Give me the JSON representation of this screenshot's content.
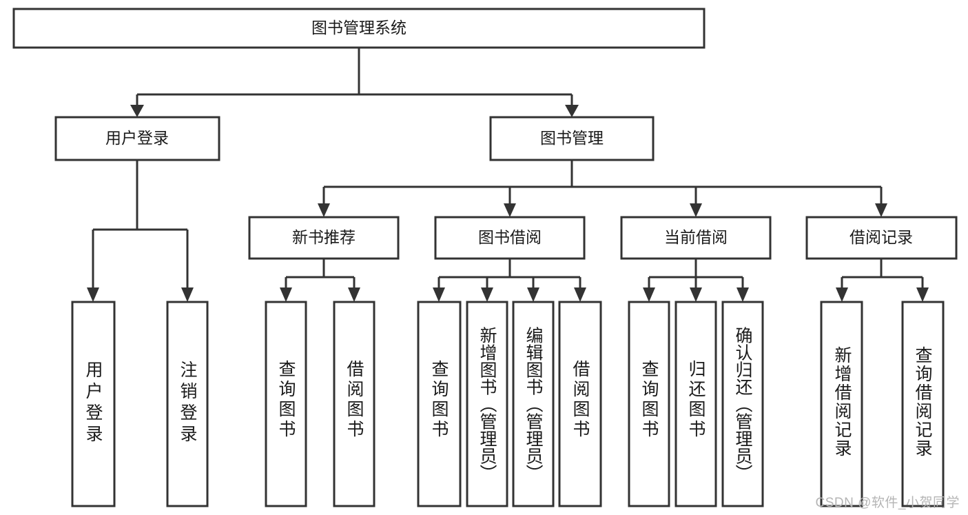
{
  "diagram": {
    "type": "tree-hierarchy-chart",
    "title": "图书管理系统",
    "watermark": "CSDN @软件_小贺同学",
    "colors": {
      "stroke": "#333333",
      "fill": "#ffffff",
      "text": "#1a1a1a",
      "watermark": "#b5b5b5"
    },
    "levels": [
      {
        "level": 1,
        "nodes": [
          {
            "id": "root",
            "label": "图书管理系统",
            "orientation": "horizontal"
          }
        ]
      },
      {
        "level": 2,
        "nodes": [
          {
            "id": "user-login",
            "label": "用户登录",
            "orientation": "horizontal",
            "parent": "root"
          },
          {
            "id": "book-manage",
            "label": "图书管理",
            "orientation": "horizontal",
            "parent": "root"
          }
        ]
      },
      {
        "level": 3,
        "nodes": [
          {
            "id": "new-book-recommend",
            "label": "新书推荐",
            "orientation": "horizontal",
            "parent": "book-manage"
          },
          {
            "id": "book-borrow",
            "label": "图书借阅",
            "orientation": "horizontal",
            "parent": "book-manage"
          },
          {
            "id": "current-borrow",
            "label": "当前借阅",
            "orientation": "horizontal",
            "parent": "book-manage"
          },
          {
            "id": "borrow-record",
            "label": "借阅记录",
            "orientation": "horizontal",
            "parent": "book-manage"
          }
        ]
      },
      {
        "level": 4,
        "nodes": [
          {
            "id": "leaf-user-login",
            "label": "用户登录",
            "orientation": "vertical",
            "parent": "user-login"
          },
          {
            "id": "leaf-user-logout",
            "label": "注销登录",
            "orientation": "vertical",
            "parent": "user-login"
          },
          {
            "id": "leaf-query-book-1",
            "label": "查询图书",
            "orientation": "vertical",
            "parent": "new-book-recommend"
          },
          {
            "id": "leaf-borrow-book-1",
            "label": "借阅图书",
            "orientation": "vertical",
            "parent": "new-book-recommend"
          },
          {
            "id": "leaf-query-book-2",
            "label": "查询图书",
            "orientation": "vertical",
            "parent": "book-borrow"
          },
          {
            "id": "leaf-add-book",
            "label": "新增图书（管理员）",
            "orientation": "vertical",
            "parent": "book-borrow"
          },
          {
            "id": "leaf-edit-book",
            "label": "编辑图书（管理员）",
            "orientation": "vertical",
            "parent": "book-borrow"
          },
          {
            "id": "leaf-borrow-book-2",
            "label": "借阅图书",
            "orientation": "vertical",
            "parent": "book-borrow"
          },
          {
            "id": "leaf-query-book-3",
            "label": "查询图书",
            "orientation": "vertical",
            "parent": "current-borrow"
          },
          {
            "id": "leaf-return-book",
            "label": "归还图书",
            "orientation": "vertical",
            "parent": "current-borrow"
          },
          {
            "id": "leaf-confirm-return",
            "label": "确认归还（管理员）",
            "orientation": "vertical",
            "parent": "current-borrow"
          },
          {
            "id": "leaf-add-record",
            "label": "新增借阅记录",
            "orientation": "vertical",
            "parent": "borrow-record"
          },
          {
            "id": "leaf-query-record",
            "label": "查询借阅记录",
            "orientation": "vertical",
            "parent": "borrow-record"
          }
        ]
      }
    ],
    "labels": {
      "root": "图书管理系统",
      "user_login": "用户登录",
      "book_manage": "图书管理",
      "new_book_recommend": "新书推荐",
      "book_borrow": "图书借阅",
      "current_borrow": "当前借阅",
      "borrow_record": "借阅记录",
      "leaf_user_login": "用户登录",
      "leaf_user_logout": "注销登录",
      "leaf_query_book_1": "查询图书",
      "leaf_borrow_book_1": "借阅图书",
      "leaf_query_book_2": "查询图书",
      "leaf_add_book": "新增图书（管理员）",
      "leaf_edit_book": "编辑图书（管理员）",
      "leaf_borrow_book_2": "借阅图书",
      "leaf_query_book_3": "查询图书",
      "leaf_return_book": "归还图书",
      "leaf_confirm_return": "确认归还（管理员）",
      "leaf_add_record": "新增借阅记录",
      "leaf_query_record": "查询借阅记录"
    }
  }
}
